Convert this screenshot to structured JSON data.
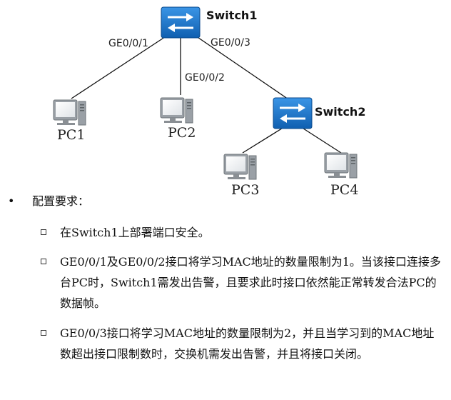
{
  "topology": {
    "switch1": "Switch1",
    "switch2": "Switch2",
    "ports": [
      "GE0/0/1",
      "GE0/0/2",
      "GE0/0/3"
    ],
    "pcs": [
      "PC1",
      "PC2",
      "PC3",
      "PC4"
    ],
    "colors": {
      "switch_fill": "#1a73c9",
      "switch_dark": "#0d4f95",
      "pc_gray": "#8a8f94",
      "line": "#111111"
    }
  },
  "requirements": {
    "bullet": "•",
    "title": "配置要求：",
    "items": [
      "在Switch1上部署端口安全。",
      "GE0/0/1及GE0/0/2接口将学习MAC地址的数量限制为1。当该接口连接多台PC时，Switch1需发出告警，且要求此时接口依然能正常转发合法PC的数据帧。",
      "GE0/0/3接口将学习MAC地址的数量限制为2，并且当学习到的MAC地址数超出接口限制数时，交换机需发出告警，并且将接口关闭。"
    ]
  }
}
